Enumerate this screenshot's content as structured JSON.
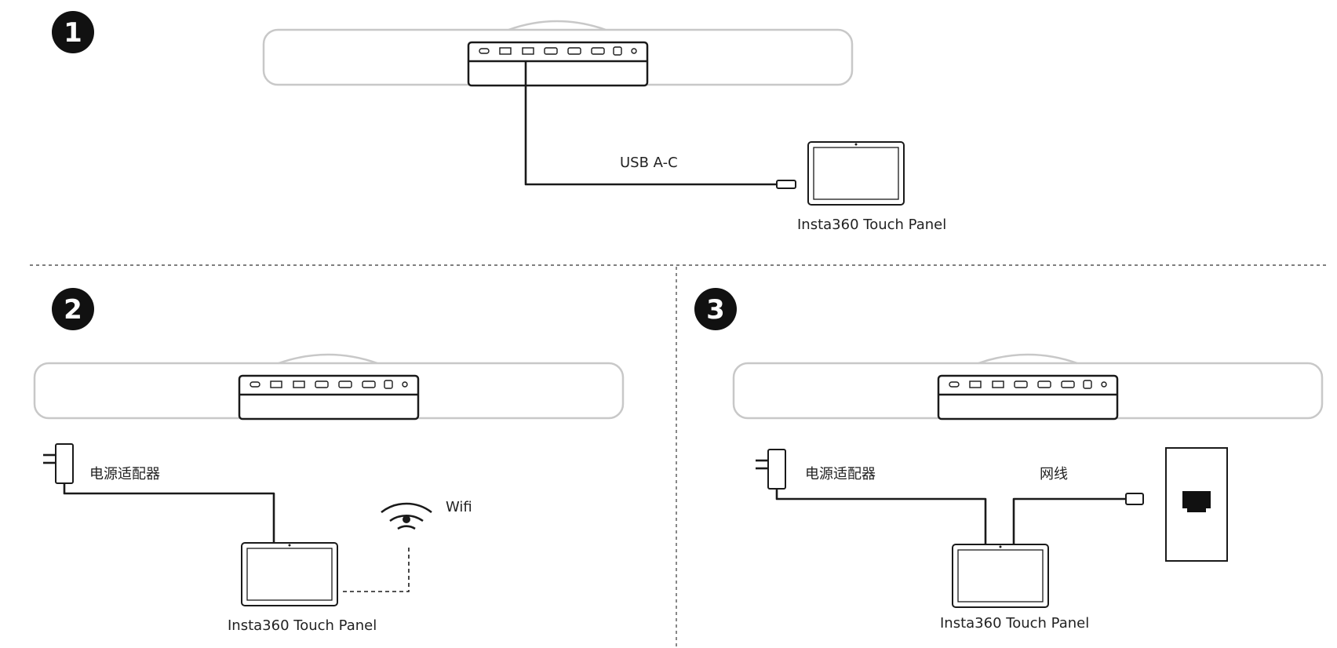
{
  "steps": {
    "one": {
      "number": "1"
    },
    "two": {
      "number": "2"
    },
    "three": {
      "number": "3"
    }
  },
  "labels": {
    "usb_cable": "USB A-C",
    "touch_panel": "Insta360 Touch Panel",
    "power_adapter": "电源适配器",
    "wifi": "Wifi",
    "network_cable": "网线"
  },
  "icons": [
    "video-bar-icon",
    "touch-panel-icon",
    "power-adapter-icon",
    "wifi-icon",
    "ethernet-connector-icon",
    "ethernet-wall-port-icon"
  ]
}
